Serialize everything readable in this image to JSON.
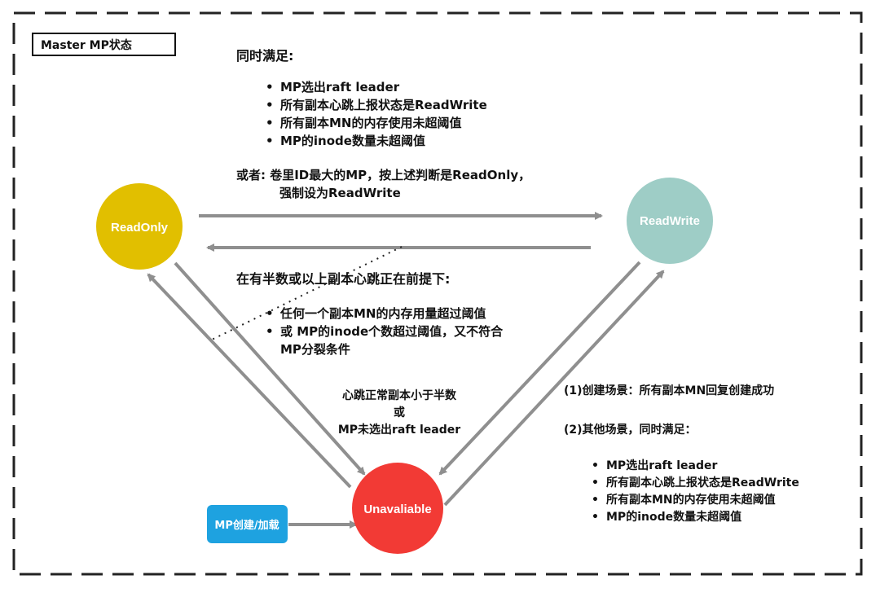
{
  "title": "Master MP状态",
  "states": {
    "readonly": "ReadOnly",
    "readwrite": "ReadWrite",
    "unavailable": "Unavaliable",
    "mp_create": "MP创建/加载"
  },
  "top_condition": {
    "heading": "同时满足:",
    "bullets": [
      "MP选出raft leader",
      "所有副本心跳上报状态是ReadWrite",
      "所有副本MN的内存使用未超阈值",
      "MP的inode数量未超阈值"
    ],
    "or_line1": "或者:  卷里ID最大的MP，按上述判断是ReadOnly，",
    "or_line2": "强制设为ReadWrite"
  },
  "middle_condition": {
    "heading": "在有半数或以上副本心跳正在前提下:",
    "bullets": [
      "任何一个副本MN的内存用量超过阈值",
      "或 MP的inode个数超过阈值，又不符合",
      "MP分裂条件"
    ]
  },
  "unavailable_condition": {
    "line1": "心跳正常副本小于半数",
    "line2": "或",
    "line3": "MP未选出raft leader"
  },
  "recovery_condition": {
    "line1": "(1)创建场景：所有副本MN回复创建成功",
    "line2": "(2)其他场景，同时满足：",
    "bullets": [
      "MP选出raft leader",
      "所有副本心跳上报状态是ReadWrite",
      "所有副本MN的内存使用未超阈值",
      "MP的inode数量未超阈值"
    ]
  },
  "colors": {
    "readonly": "#e1bf00",
    "readwrite": "#9ecdc6",
    "unavailable": "#f23a35",
    "mp_create": "#1ea2e0",
    "arrow": "#8f8f8f",
    "border": "#222222"
  }
}
